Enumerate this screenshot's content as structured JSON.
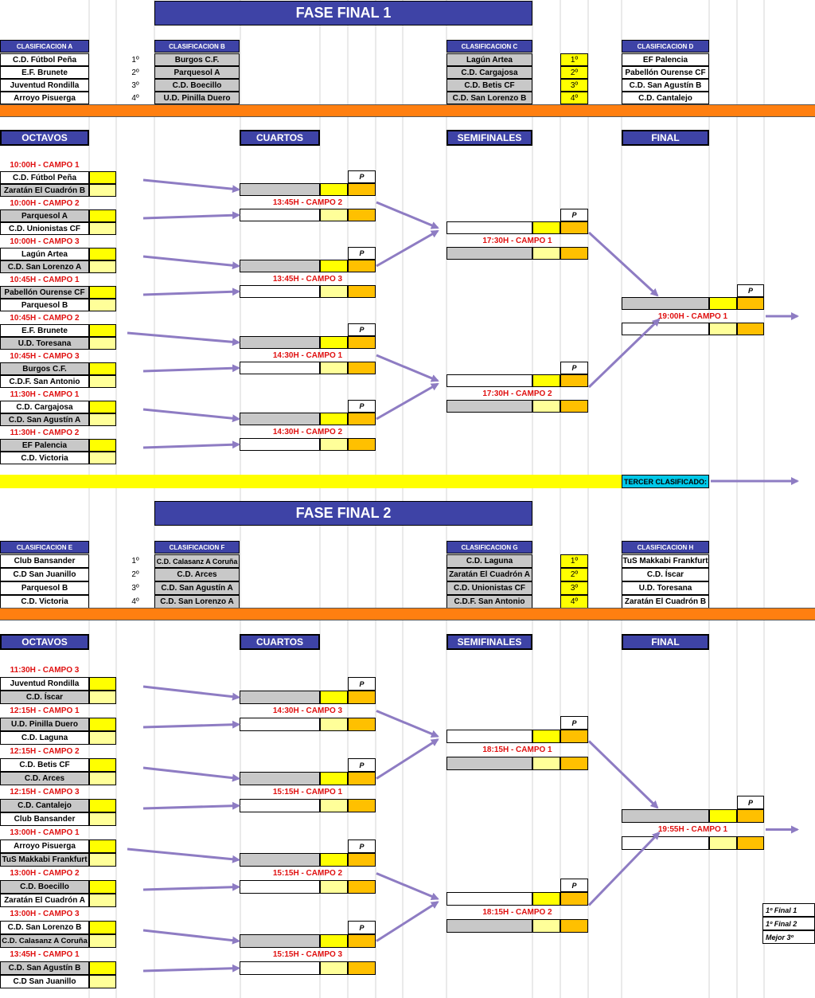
{
  "fase1": {
    "title": "FASE FINAL 1",
    "clasificaciones": [
      {
        "header": "CLASIFICACION A",
        "teams": [
          "C.D. Fútbol Peña",
          "E.F. Brunete",
          "Juventud Rondilla",
          "Arroyo Pisuerga"
        ]
      },
      {
        "header": "CLASIFICACION B",
        "teams": [
          "Burgos C.F.",
          "Parquesol A",
          "C.D. Boecillo",
          "U.D. Pinilla Duero"
        ]
      },
      {
        "header": "CLASIFICACION C",
        "teams": [
          "Lagún Artea",
          "C.D. Cargajosa",
          "C.D. Betis CF",
          "C.D. San Lorenzo B"
        ]
      },
      {
        "header": "CLASIFICACION D",
        "teams": [
          "EF Palencia",
          "Pabellón Ourense CF",
          "C.D. San Agustín B",
          "C.D. Cantalejo"
        ]
      }
    ],
    "positions_ab": [
      "1º",
      "2º",
      "3º",
      "4º"
    ],
    "positions_cd": [
      "1º",
      "2º",
      "3º",
      "4º"
    ],
    "round_headers": [
      "OCTAVOS",
      "CUARTOS",
      "SEMIFINALES",
      "FINAL"
    ],
    "octavos": [
      {
        "time": "10:00H - CAMPO 1",
        "teams": [
          "C.D. Fútbol Peña",
          "Zaratán El Cuadrón B"
        ]
      },
      {
        "time": "10:00H - CAMPO 2",
        "teams": [
          "Parquesol A",
          "C.D. Unionistas CF"
        ]
      },
      {
        "time": "10:00H - CAMPO 3",
        "teams": [
          "Lagún Artea",
          "C.D. San Lorenzo A"
        ]
      },
      {
        "time": "10:45H - CAMPO 1",
        "teams": [
          "Pabellón Ourense CF",
          "Parquesol B"
        ]
      },
      {
        "time": "10:45H - CAMPO 2",
        "teams": [
          "E.F. Brunete",
          "U.D. Toresana"
        ]
      },
      {
        "time": "10:45H - CAMPO 3",
        "teams": [
          "Burgos C.F.",
          "C.D.F. San Antonio"
        ]
      },
      {
        "time": "11:30H - CAMPO 1",
        "teams": [
          "C.D. Cargajosa",
          "C.D. San Agustín A"
        ]
      },
      {
        "time": "11:30H - CAMPO 2",
        "teams": [
          "EF Palencia",
          "C.D. Victoria"
        ]
      }
    ],
    "cuartos_times": [
      "13:45H - CAMPO 2",
      "13:45H - CAMPO 3",
      "14:30H - CAMPO 1",
      "14:30H - CAMPO 2"
    ],
    "semis_times": [
      "17:30H - CAMPO 1",
      "17:30H - CAMPO 2"
    ],
    "final_time": "19:00H - CAMPO 1",
    "tercer_label": "TERCER CLASIFICADO:"
  },
  "fase2": {
    "title": "FASE FINAL 2",
    "clasificaciones": [
      {
        "header": "CLASIFICACION E",
        "teams": [
          "Club Bansander",
          "C.D San Juanillo",
          "Parquesol B",
          "C.D. Victoria"
        ]
      },
      {
        "header": "CLASIFICACION F",
        "teams": [
          "C.D. Calasanz A Coruña",
          "C.D. Arces",
          "C.D. San Agustín A",
          "C.D. San Lorenzo A"
        ]
      },
      {
        "header": "CLASIFICACION G",
        "teams": [
          "C.D. Laguna",
          "Zaratán El Cuadrón  A",
          "C.D. Unionistas CF",
          "C.D.F. San Antonio"
        ]
      },
      {
        "header": "CLASIFICACION H",
        "teams": [
          "TuS Makkabi Frankfurt",
          "C.D. Íscar",
          "U.D. Toresana",
          "Zaratán El Cuadrón B"
        ]
      }
    ],
    "positions_ef": [
      "1º",
      "2º",
      "3º",
      "4º"
    ],
    "positions_gh": [
      "1º",
      "2º",
      "3º",
      "4º"
    ],
    "round_headers": [
      "OCTAVOS",
      "CUARTOS",
      "SEMIFINALES",
      "FINAL"
    ],
    "octavos": [
      {
        "time": "11:30H - CAMPO 3",
        "teams": [
          "Juventud Rondilla",
          "C.D. Íscar"
        ]
      },
      {
        "time": "12:15H - CAMPO 1",
        "teams": [
          "U.D. Pinilla Duero",
          "C.D. Laguna"
        ]
      },
      {
        "time": "12:15H - CAMPO 2",
        "teams": [
          "C.D. Betis CF",
          "C.D. Arces"
        ]
      },
      {
        "time": "12:15H - CAMPO 3",
        "teams": [
          "C.D. Cantalejo",
          "Club Bansander"
        ]
      },
      {
        "time": "13:00H - CAMPO 1",
        "teams": [
          "Arroyo Pisuerga",
          "TuS Makkabi Frankfurt"
        ]
      },
      {
        "time": "13:00H - CAMPO 2",
        "teams": [
          "C.D. Boecillo",
          "Zaratán El Cuadrón  A"
        ]
      },
      {
        "time": "13:00H - CAMPO 3",
        "teams": [
          "C.D. San Lorenzo B",
          "C.D. Calasanz A Coruña"
        ]
      },
      {
        "time": "13:45H - CAMPO 1",
        "teams": [
          "C.D. San Agustín B",
          "C.D San Juanillo"
        ]
      }
    ],
    "cuartos_times": [
      "14:30H - CAMPO 3",
      "15:15H - CAMPO 1",
      "15:15H - CAMPO 2",
      "15:15H - CAMPO 3"
    ],
    "semis_times": [
      "18:15H - CAMPO 1",
      "18:15H - CAMPO 2"
    ],
    "final_time": "19:55H - CAMPO 1",
    "legend": [
      "1º Final 1",
      "1º Final 2",
      "Mejor 3º"
    ]
  },
  "penalty_label": "P",
  "colors": {
    "header_blue": "#3e43a6",
    "orange_bar": "#ff7f10",
    "yellow": "#ffff00",
    "light_yellow": "#ffff99",
    "gold": "#ffc000",
    "time_red": "#e01010",
    "arrow_purple": "#8e7cc3",
    "cyan": "#00c8e8"
  }
}
